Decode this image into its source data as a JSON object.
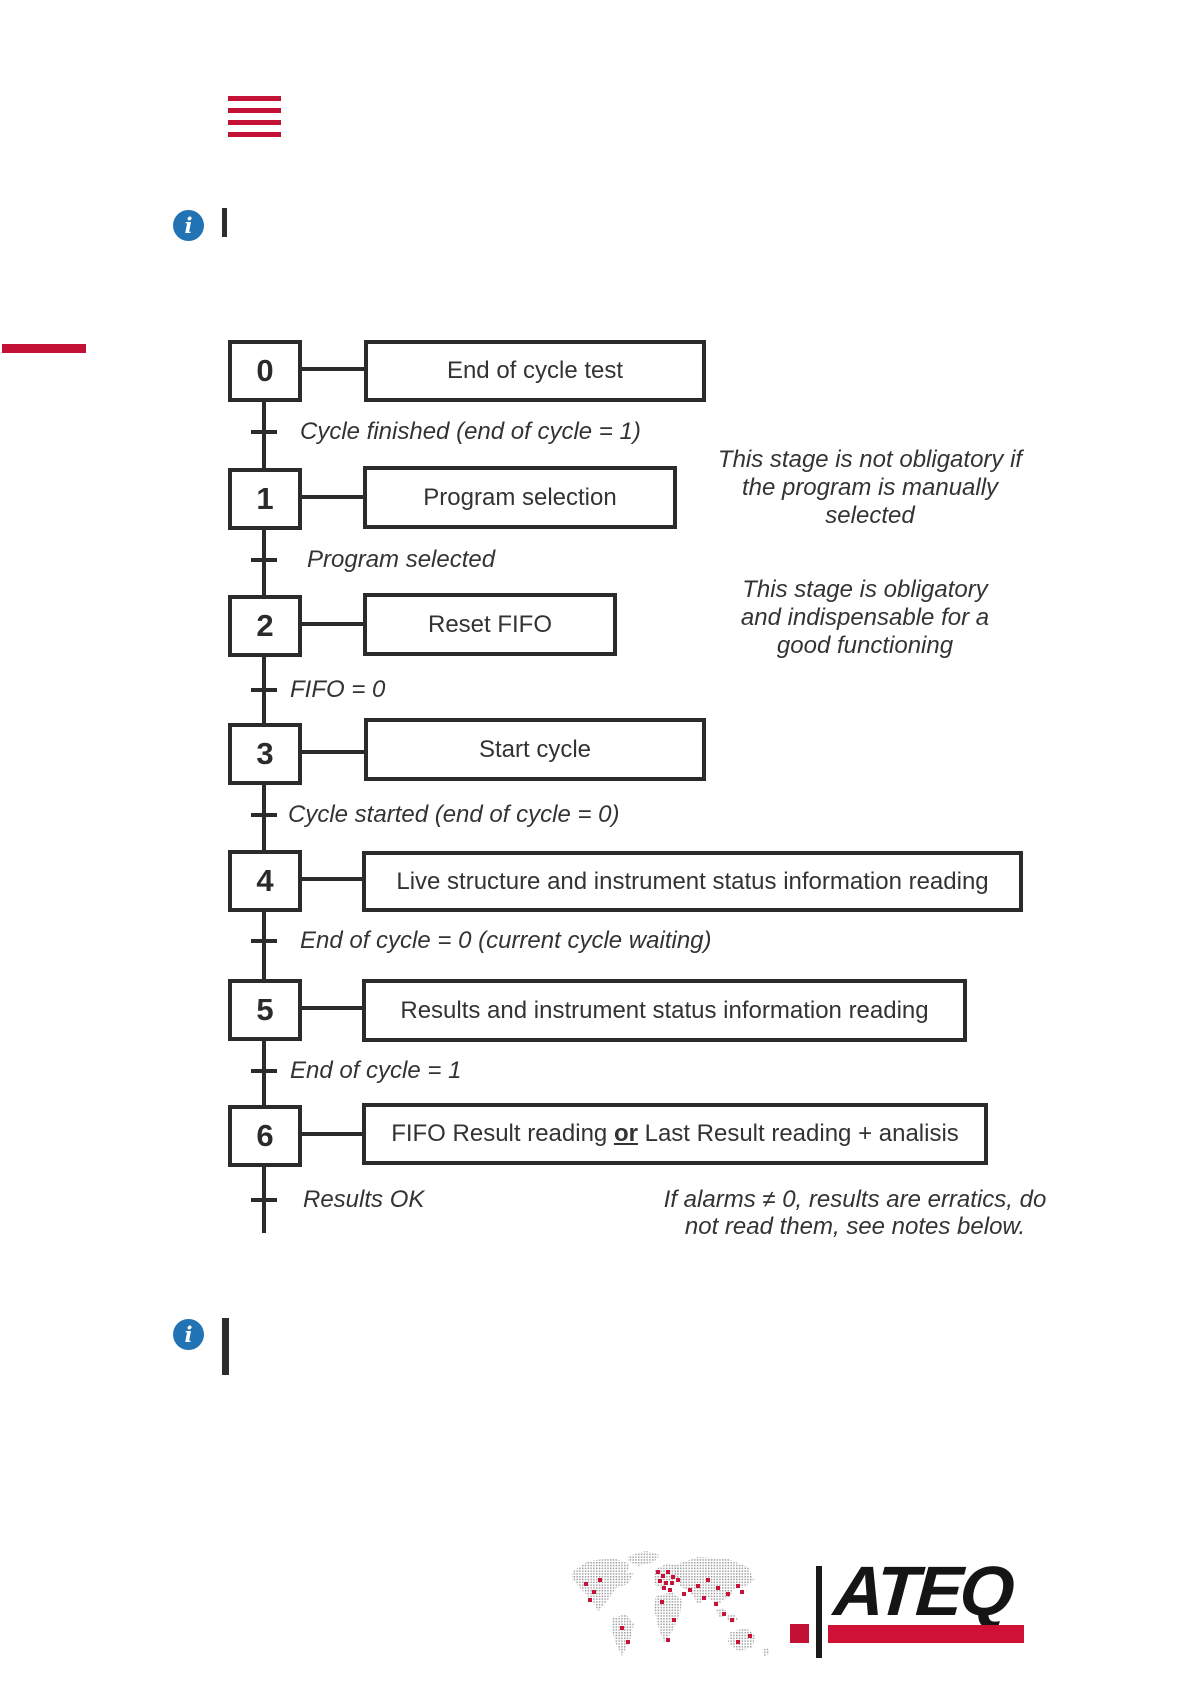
{
  "page": {
    "background": "#ffffff",
    "accent_red": "#c41236",
    "info_blue": "#2173b4",
    "line_color": "#2b2b2b"
  },
  "header": {
    "menu_icon": "red-hamburger-menu"
  },
  "flowchart": {
    "steps": [
      {
        "num": "0",
        "action": "End of cycle test",
        "transition": "Cycle finished (end of cycle = 1)"
      },
      {
        "num": "1",
        "action": "Program selection",
        "transition": "Program selected"
      },
      {
        "num": "2",
        "action": "Reset FIFO",
        "transition": "FIFO = 0"
      },
      {
        "num": "3",
        "action": "Start cycle",
        "transition": "Cycle started (end of cycle = 0)"
      },
      {
        "num": "4",
        "action": "Live structure and instrument status information reading",
        "transition": "End of cycle = 0 (current cycle waiting)"
      },
      {
        "num": "5",
        "action": "Results and instrument status information reading",
        "transition": "End of cycle = 1"
      },
      {
        "num": "6",
        "action_pre": "FIFO Result reading ",
        "action_or": "or",
        "action_post": " Last Result reading + analisis",
        "transition": "Results OK"
      }
    ],
    "notes": {
      "step1": {
        "lines": [
          "This stage is not obligatory if",
          "the program is manually",
          "selected"
        ]
      },
      "step2": {
        "lines": [
          "This stage is obligatory",
          "and indispensable for a",
          "good functioning"
        ]
      },
      "step6": {
        "lines": [
          "If alarms ≠ 0, results are erratics, do",
          "not read them, see notes below."
        ]
      }
    }
  },
  "footer": {
    "brand": "ATEQ"
  }
}
